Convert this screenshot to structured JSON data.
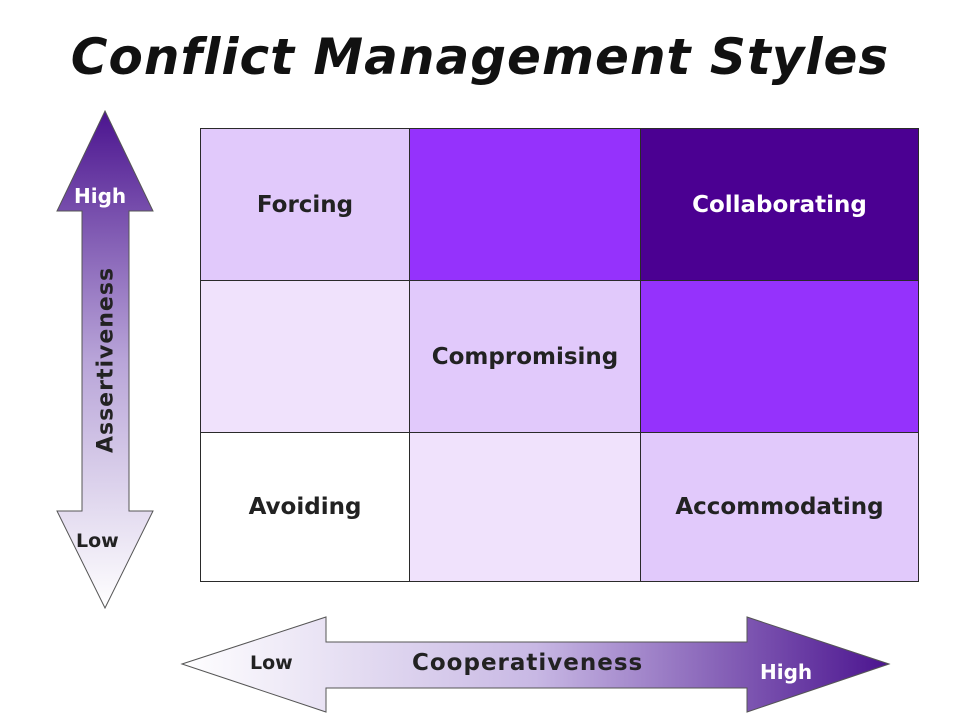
{
  "title": "Conflict Management Styles",
  "colors": {
    "darkest": "#4b0092",
    "dark": "#9532fc",
    "medium": "#e1c9fb",
    "light": "#f0e2fc",
    "white": "#ffffff"
  },
  "grid": {
    "rows": [
      [
        {
          "label": "Forcing",
          "shade": "medium"
        },
        {
          "label": "",
          "shade": "dark"
        },
        {
          "label": "Collaborating",
          "shade": "darkest"
        }
      ],
      [
        {
          "label": "",
          "shade": "light"
        },
        {
          "label": "Compromising",
          "shade": "medium"
        },
        {
          "label": "",
          "shade": "dark"
        }
      ],
      [
        {
          "label": "Avoiding",
          "shade": "white"
        },
        {
          "label": "",
          "shade": "light"
        },
        {
          "label": "Accommodating",
          "shade": "medium"
        }
      ]
    ]
  },
  "assertiveness_axis": {
    "label": "Assertiveness",
    "high": "High",
    "low": "Low"
  },
  "cooperativeness_axis": {
    "label": "Cooperativeness",
    "low": "Low",
    "high": "High"
  }
}
